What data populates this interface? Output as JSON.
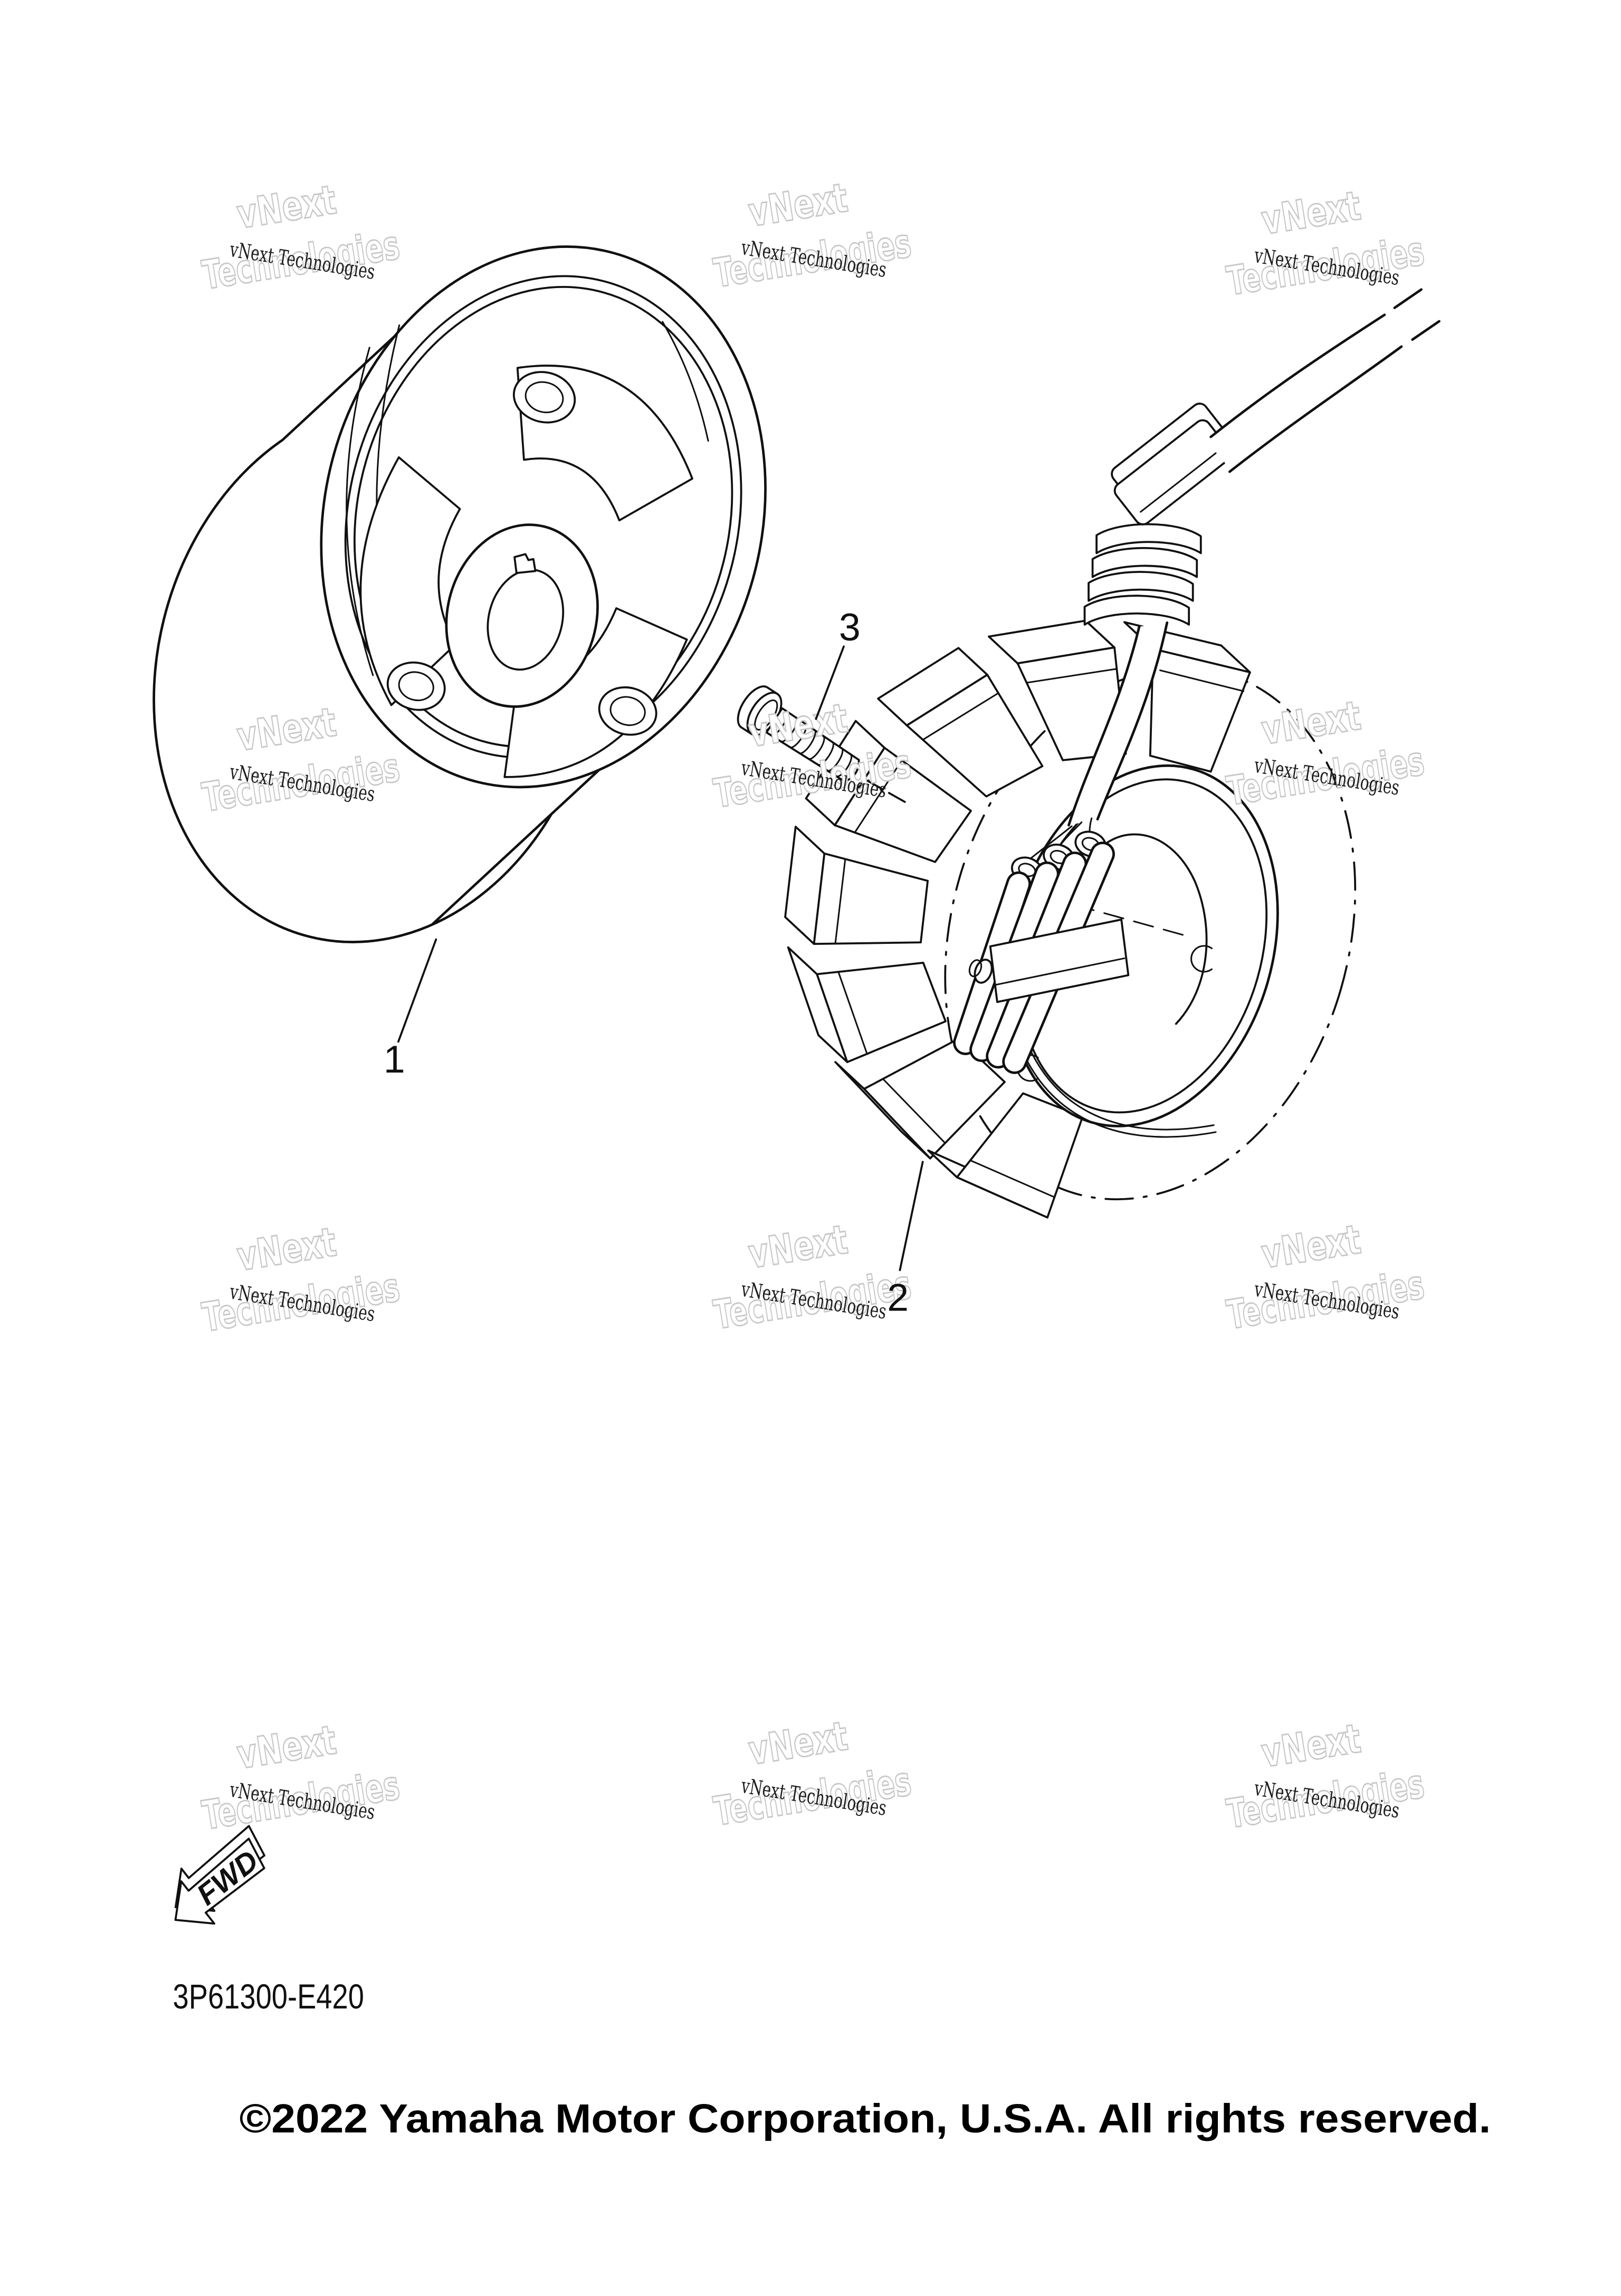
{
  "document": {
    "type": "parts-diagram",
    "background": "#ffffff",
    "ink_color": "#101010"
  },
  "watermark": {
    "line1": "vNext",
    "line2": "Technologies",
    "full": "vNext Technologies",
    "outline_color": "#c8c8c8"
  },
  "diagram": {
    "part_labels": [
      {
        "num": "1"
      },
      {
        "num": "2"
      },
      {
        "num": "3"
      }
    ]
  },
  "fwd_marker": {
    "label": "FWD"
  },
  "footer": {
    "part_code": "3P61300-E420",
    "copyright": "©2022 Yamaha Motor Corporation, U.S.A. All rights reserved."
  }
}
